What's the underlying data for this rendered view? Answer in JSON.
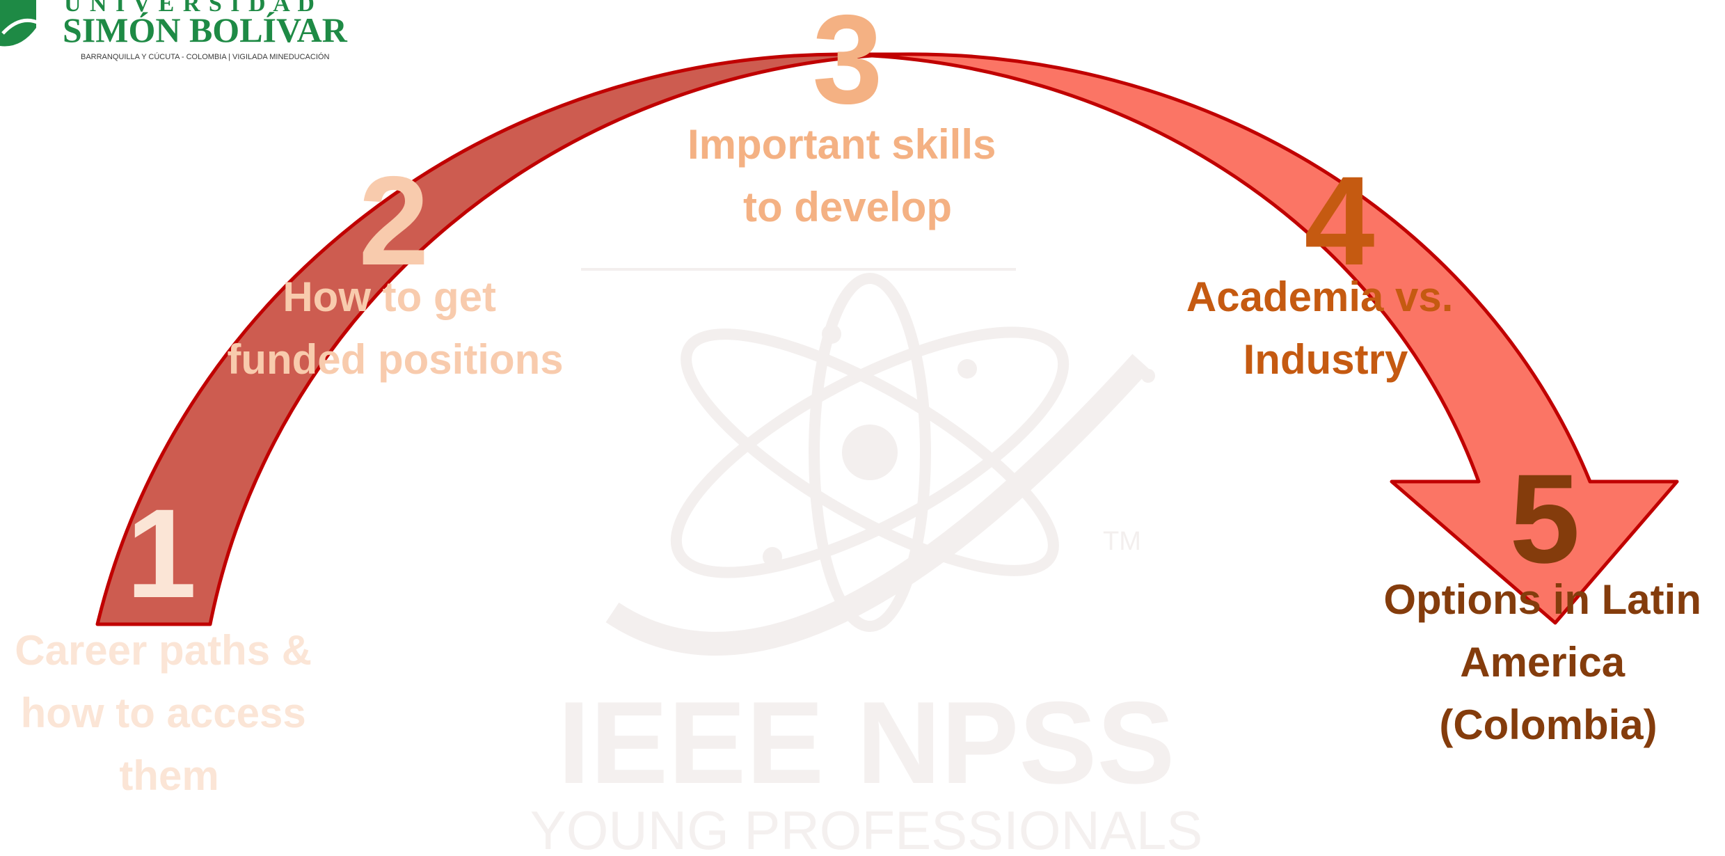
{
  "logo": {
    "line1": "U N I V E R S I D A D",
    "line2": "SIMÓN BOLÍVAR",
    "line3": "BARRANQUILLA Y CÚCUTA - COLOMBIA   |   VIGILADA MINEDUCACIÓN",
    "color": "#1e8a45"
  },
  "watermark": {
    "title": "IEEE NPSS",
    "subtitle": "YOUNG PROFESSIONALS",
    "trademark": "TM",
    "color": "#f4efee"
  },
  "arrow": {
    "fill_left": "#cd5c50",
    "fill_right": "#fb7565",
    "outline": "#c00000"
  },
  "steps": [
    {
      "number": "1",
      "lines": [
        "Career paths &",
        "how to access",
        "them"
      ],
      "color_number": "#fbe5d6",
      "color_text": "#fbe5d6"
    },
    {
      "number": "2",
      "lines": [
        "How to get",
        "funded positions"
      ],
      "color_number": "#f8cbad",
      "color_text": "#f8cbad"
    },
    {
      "number": "3",
      "lines": [
        "Important skills",
        "to develop"
      ],
      "color_number": "#f4b183",
      "color_text": "#f4b183"
    },
    {
      "number": "4",
      "lines": [
        "Academia vs.",
        "Industry"
      ],
      "color_number": "#c55a11",
      "color_text": "#c55a11"
    },
    {
      "number": "5",
      "lines": [
        "Options in Latin",
        "America",
        "(Colombia)"
      ],
      "color_number": "#843c0c",
      "color_text": "#843c0c"
    }
  ]
}
